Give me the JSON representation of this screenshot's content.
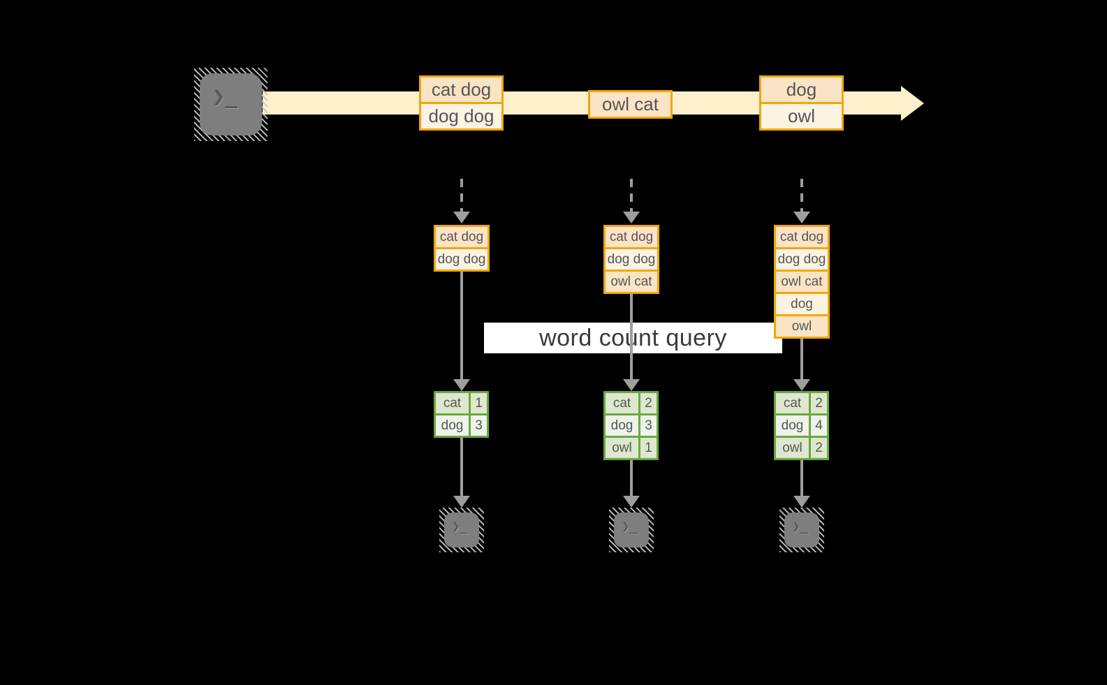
{
  "banner": {
    "label": "word count query"
  },
  "icons": {
    "terminal_glyph": "❯_"
  },
  "colors": {
    "background": "#000000",
    "stream_band": "#FCF1CC",
    "event_border": "#F2A60A",
    "event_fill_a": "#FAE4C5",
    "event_fill_b": "#FDF3E3",
    "table_border": "#6CA644",
    "table_fill_a": "#DDE8CE",
    "table_fill_b": "#EFF4EA",
    "arrow": "#9E9E9E",
    "terminal": "#7E7E7E",
    "banner_bg": "#FFFFFF",
    "text": "#555555",
    "banner_text": "#3A3A3A"
  },
  "stream": {
    "events": [
      {
        "rows": [
          "cat dog",
          "dog dog"
        ]
      },
      {
        "rows": [
          "owl cat"
        ]
      },
      {
        "rows": [
          "dog",
          "owl"
        ]
      }
    ]
  },
  "columns": [
    {
      "buffer": [
        "cat dog",
        "dog dog"
      ],
      "counts": [
        {
          "word": "cat",
          "count": "1"
        },
        {
          "word": "dog",
          "count": "3"
        }
      ]
    },
    {
      "buffer": [
        "cat dog",
        "dog dog",
        "owl cat"
      ],
      "counts": [
        {
          "word": "cat",
          "count": "2"
        },
        {
          "word": "dog",
          "count": "3"
        },
        {
          "word": "owl",
          "count": "1"
        }
      ]
    },
    {
      "buffer": [
        "cat dog",
        "dog dog",
        "owl cat",
        "dog",
        "owl"
      ],
      "counts": [
        {
          "word": "cat",
          "count": "2"
        },
        {
          "word": "dog",
          "count": "4"
        },
        {
          "word": "owl",
          "count": "2"
        }
      ]
    }
  ]
}
